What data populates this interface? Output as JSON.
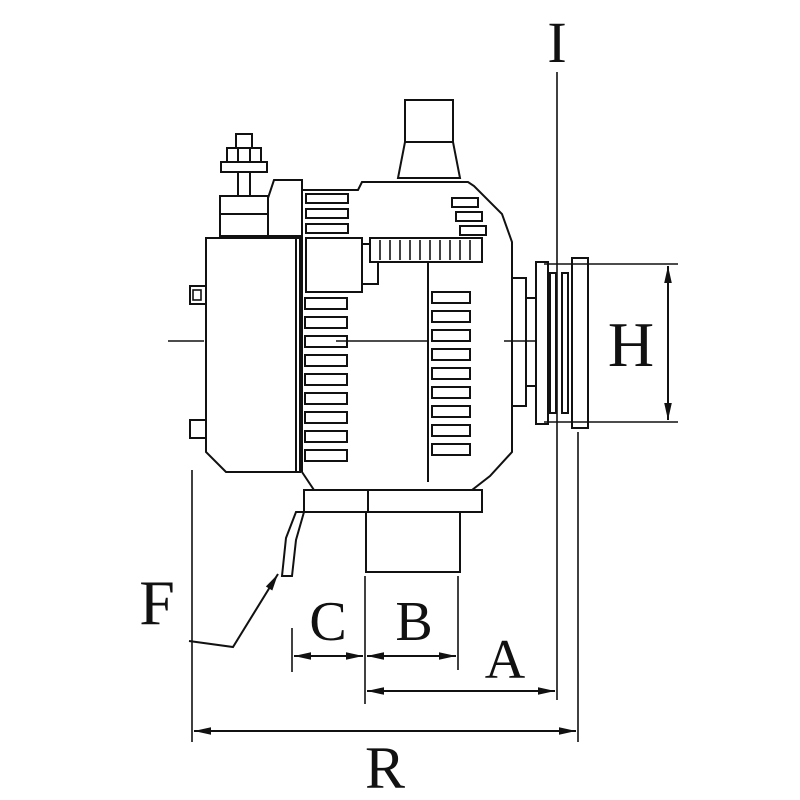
{
  "page": {
    "background": "#ffffff",
    "line_color": "#111111",
    "description_title": "Alternator side-view dimensional drawing"
  },
  "labels": {
    "I": "I",
    "H": "H",
    "F": "F",
    "C": "C",
    "B": "B",
    "A": "A",
    "R": "R"
  }
}
